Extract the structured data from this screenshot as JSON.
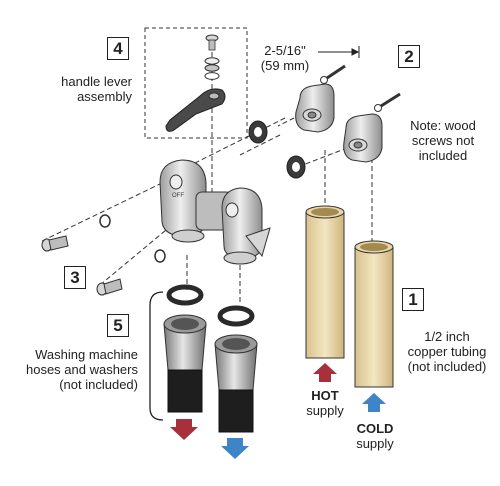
{
  "callouts": {
    "handle_num": "4",
    "handle_line1": "handle lever",
    "handle_line2": "assembly",
    "dimension_line1": "2-5/16\"",
    "dimension_line2": "(59 mm)",
    "screws_num": "2",
    "screws_line1": "Note: wood",
    "screws_line2": "screws not",
    "screws_line3": "included",
    "bolts_num": "3",
    "hoses_num": "5",
    "hoses_line1": "Washing machine",
    "hoses_line2": "hoses and washers",
    "hoses_line3": "(not included)",
    "tubing_num": "1",
    "tubing_line1": "1/2 inch",
    "tubing_line2": "copper tubing",
    "tubing_line3": "(not included)",
    "hot_bold": "HOT",
    "hot_normal": "supply",
    "cold_bold": "COLD",
    "cold_normal": "supply",
    "valve_off": "OFF"
  },
  "colors": {
    "hot_arrow": "#a8303a",
    "cold_arrow": "#3f84c6",
    "copper": "#e9d6a6",
    "metal": "#c9c9c9",
    "rubber": "#2a2a2a"
  }
}
